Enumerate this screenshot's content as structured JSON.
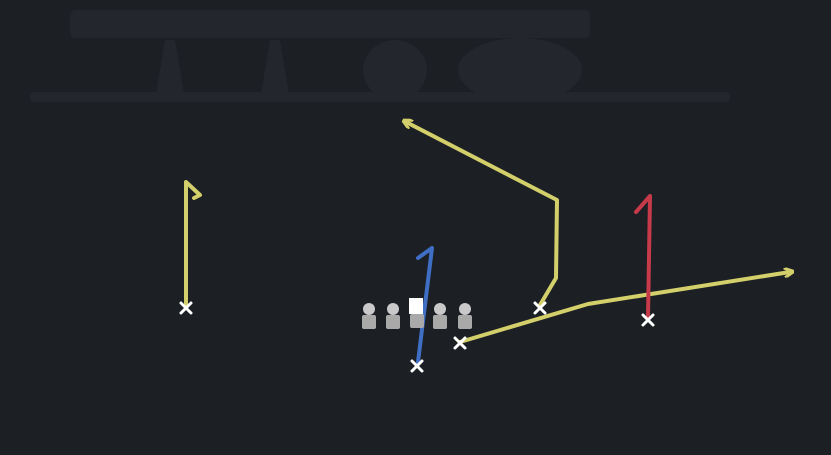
{
  "colors": {
    "background": "#1c1f24",
    "yellow_route": "#d3cf6a",
    "blue_route": "#3f6fc4",
    "red_route": "#c63a4a",
    "player_marker": "#ffffff",
    "lineman": "#c9c9c9"
  },
  "routes": [
    {
      "name": "left-receiver-route",
      "color": "yellow",
      "pattern": "hitch"
    },
    {
      "name": "slot-receiver-route",
      "color": "yellow",
      "pattern": "post-corner"
    },
    {
      "name": "running-back-route",
      "color": "yellow",
      "pattern": "flat"
    },
    {
      "name": "quarterback-route",
      "color": "blue",
      "pattern": "hitch"
    },
    {
      "name": "right-receiver-route",
      "color": "red",
      "pattern": "hitch"
    }
  ],
  "players": {
    "marker": "x",
    "lineman_count": 5
  }
}
